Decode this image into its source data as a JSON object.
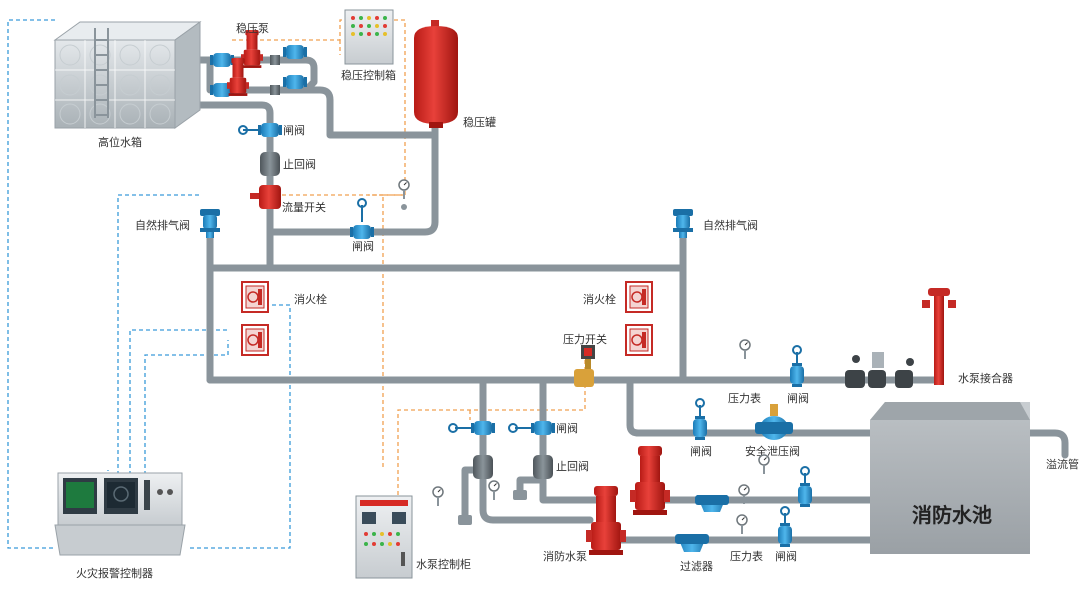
{
  "labels": {
    "high_tank": "高位水箱",
    "booster_pump": "稳压泵",
    "booster_control_box": "稳压控制箱",
    "pressure_tank": "稳压罐",
    "gate_valve": "闸阀",
    "check_valve": "止回阀",
    "flow_switch": "流量开关",
    "auto_air_vent": "自然排气阀",
    "hydrant": "消火栓",
    "pressure_switch": "压力开关",
    "pressure_gauge": "压力表",
    "pump_adapter": "水泵接合器",
    "safety_relief_valve": "安全泄压阀",
    "overflow_pipe": "溢流管",
    "fire_pool": "消防水池",
    "fire_pump": "消防水泵",
    "filter": "过滤器",
    "pump_control_cabinet": "水泵控制柜",
    "fire_alarm_controller": "火灾报警控制器"
  },
  "colors": {
    "pipe": "#8a949b",
    "valve_blue": "#2a9ad6",
    "equipment_red": "#d62a24",
    "signal_blue": "#3a9bd9",
    "signal_orange": "#f0a050",
    "check_valve_grey": "#6a7379",
    "pressure_switch": "#d9a13a"
  }
}
